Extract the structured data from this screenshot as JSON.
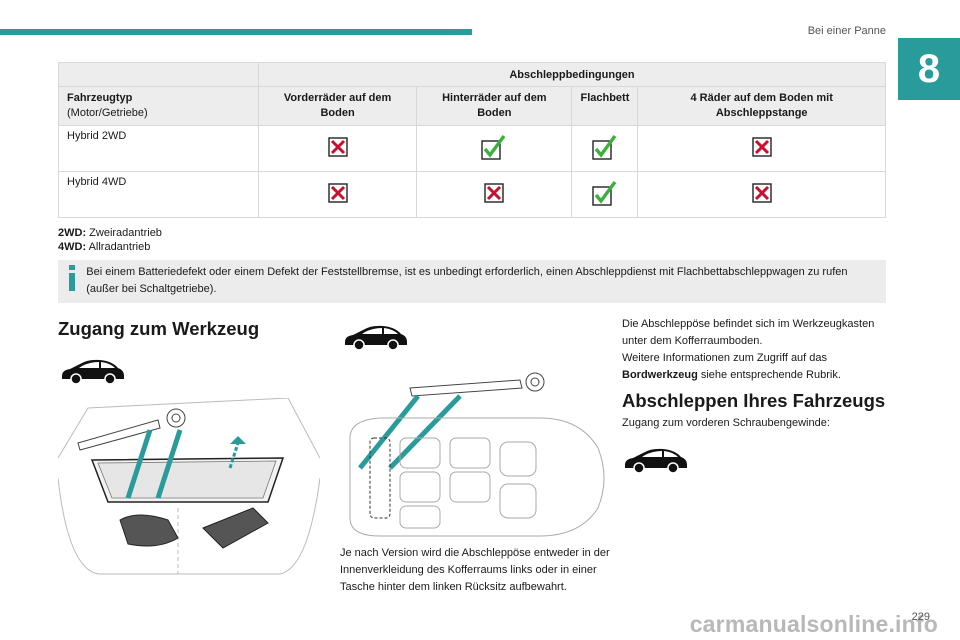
{
  "header": {
    "section_title": "Bei einer Panne",
    "chapter_number": "8"
  },
  "table": {
    "group_header": "Abschleppbedingungen",
    "type_header": "Fahrzeugtyp",
    "type_subheader": "(Motor/Getriebe)",
    "columns": [
      "Vorderräder auf dem Boden",
      "Hinterräder auf dem Boden",
      "Flachbett",
      "4 Räder auf dem Boden mit Abschleppstange"
    ],
    "rows": [
      {
        "type": "Hybrid 2WD",
        "marks": [
          "cross",
          "check",
          "check",
          "cross"
        ]
      },
      {
        "type": "Hybrid 4WD",
        "marks": [
          "cross",
          "cross",
          "check",
          "cross"
        ]
      }
    ]
  },
  "legend": [
    {
      "abbr": "2WD:",
      "text": "Zweiradantrieb"
    },
    {
      "abbr": "4WD:",
      "text": "Allradantrieb"
    }
  ],
  "info": "Bei einem Batteriedefekt oder einem Defekt der Feststellbremse, ist es unbedingt erforderlich, einen Abschleppdienst mit Flachbettabschleppwagen zu rufen (außer bei Schaltgetriebe).",
  "tools_section": {
    "heading": "Zugang zum Werkzeug",
    "caption": "Je nach Version wird die Abschleppöse entweder in der Innenverkleidung des Kofferraums links oder in einer Tasche hinter dem linken Rücksitz aufbewahrt."
  },
  "right_column": {
    "para1_text": "Die Abschleppöse befindet sich im Werkzeugkasten unter dem Kofferraumboden.",
    "para1_more": "Weitere Informationen zum Zugriff auf das",
    "para1_bold": "Bordwerkzeug",
    "para1_tail": "siehe entsprechende Rubrik.",
    "heading": "Abschleppen Ihres Fahrzeugs",
    "para2": "Zugang zum vorderen Schraubengewinde:"
  },
  "footer": {
    "page_number": "229",
    "watermark": "carmanualsonline.info"
  },
  "colors": {
    "accent": "#2a9b9b",
    "cross": "#c8102e",
    "check": "#3cb03c"
  }
}
